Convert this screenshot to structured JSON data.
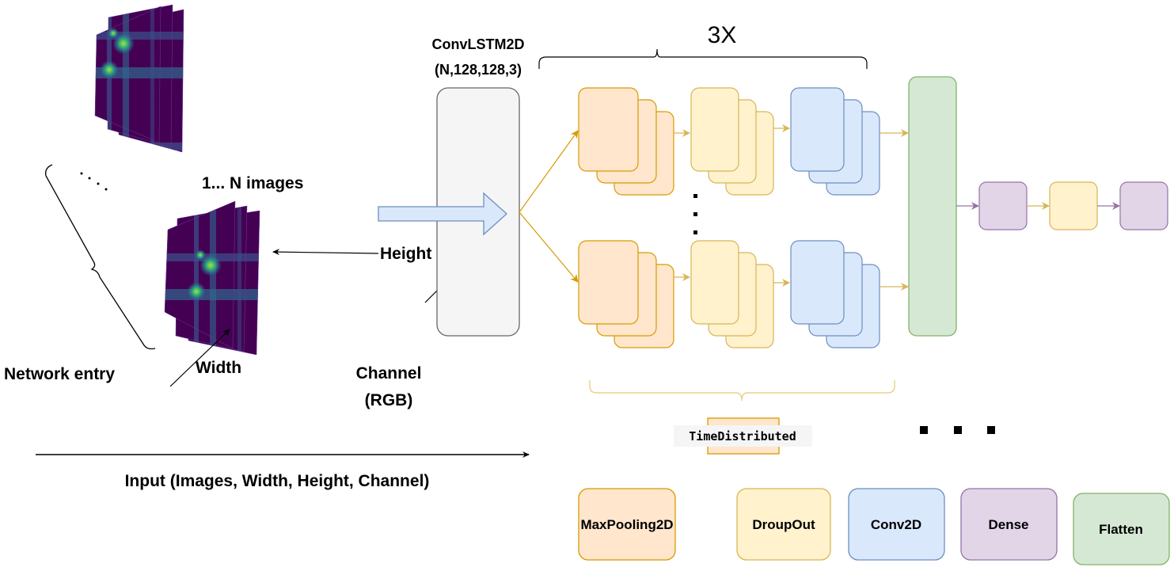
{
  "labels": {
    "n_images": "1... N images",
    "height": "Height",
    "width": "Width",
    "network_entry": "Network entry",
    "channel_line1": "Channel",
    "channel_line2": "(RGB)",
    "input_caption": "Input (Images, Width, Height, Channel)",
    "convlstm_title": "ConvLSTM2D",
    "convlstm_shape": "(N,128,128,3)",
    "repeat": "3X",
    "time_distributed": "TimeDistributed",
    "ellipsis_dots": "· · · ·"
  },
  "legend": [
    {
      "label": "MaxPooling2D",
      "fill": "#ffe6cc",
      "stroke": "#d79b00"
    },
    {
      "label": "DroupOut",
      "fill": "#fff2cc",
      "stroke": "#d6b656"
    },
    {
      "label": "Conv2D",
      "fill": "#dae8fc",
      "stroke": "#6c8ebf"
    },
    {
      "label": "Dense",
      "fill": "#e1d5e7",
      "stroke": "#9673a6"
    },
    {
      "label": "Flatten",
      "fill": "#d5e8d4",
      "stroke": "#82b366"
    }
  ],
  "colors": {
    "maxpool_fill": "#ffe6cc",
    "maxpool_stroke": "#d79b00",
    "dropout_fill": "#fff2cc",
    "dropout_stroke": "#d6b656",
    "conv_fill": "#dae8fc",
    "conv_stroke": "#6c8ebf",
    "dense_fill": "#e1d5e7",
    "dense_stroke": "#9673a6",
    "flatten_fill": "#d5e8d4",
    "flatten_stroke": "#82b366",
    "convlstm_fill": "#f5f5f5",
    "convlstm_stroke": "#666666",
    "big_arrow_fill": "#dae8fc",
    "big_arrow_stroke": "#6c8ebf",
    "heatmap_bg": "#440154"
  }
}
